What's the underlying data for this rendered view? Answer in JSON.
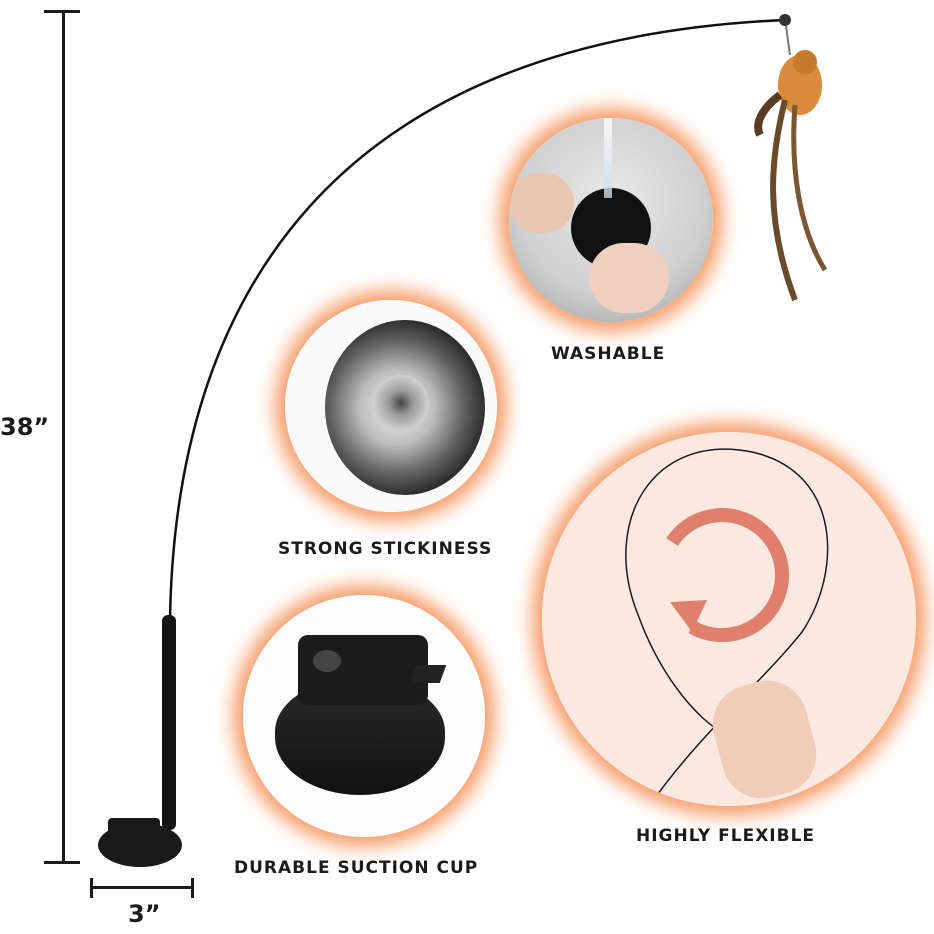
{
  "dimensions": {
    "height_label": "38”",
    "width_label": "3”"
  },
  "features": [
    {
      "id": "washable",
      "label": "WASHABLE"
    },
    {
      "id": "strong-stickiness",
      "label": "STRONG STICKINESS"
    },
    {
      "id": "durable-suction-cup",
      "label": "DURABLE SUCTION CUP"
    },
    {
      "id": "highly-flexible",
      "label": "HIGHLY FLEXIBLE"
    }
  ],
  "colors": {
    "glow": "#f48c50",
    "arrow": "#e0806c",
    "text": "#1b1b1b",
    "flex_bg": "#fbe9e1"
  }
}
